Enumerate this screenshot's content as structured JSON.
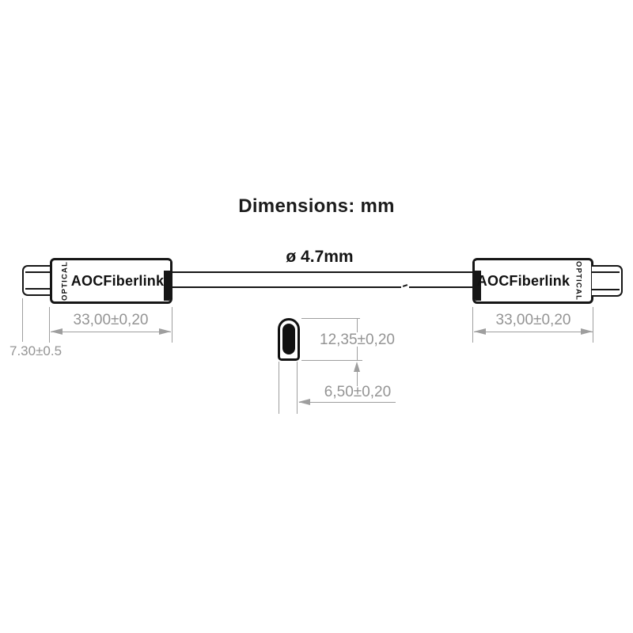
{
  "title": "Dimensions: mm",
  "cable": {
    "diameter_label": "ø 4.7mm",
    "brand": "AOCFiberlink",
    "optical_label": "OPTICAL"
  },
  "dims": {
    "left_connector_length": "33,00±0,20",
    "right_connector_length": "33,00±0,20",
    "plug_length": "7.30±0.5",
    "cross_section_height": "12,35±0,20",
    "cross_section_width": "6,50±0,20"
  },
  "colors": {
    "ink": "#161616",
    "dimension_gray": "#969696"
  }
}
